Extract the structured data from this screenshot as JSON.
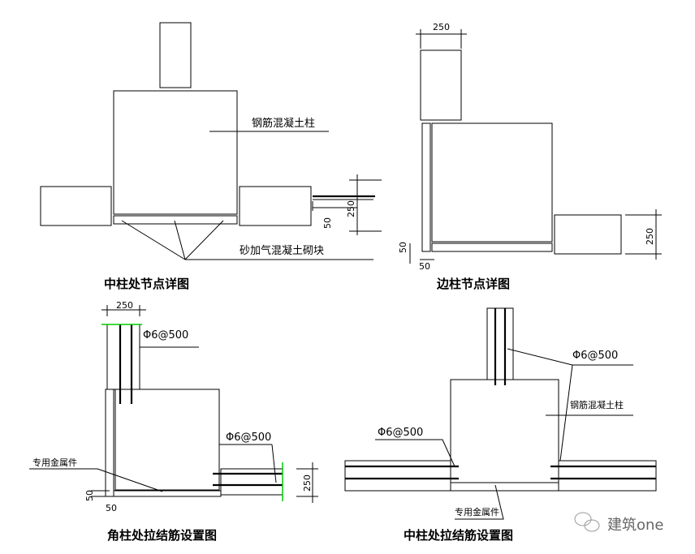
{
  "panels": [
    {
      "title": "中柱处节点详图",
      "labels": {
        "column": "钢筋混凝土柱",
        "block": "砂加气混凝土砌块"
      },
      "dims": {
        "wall": "250",
        "gap": "50"
      }
    },
    {
      "title": "边柱节点详图",
      "dims": {
        "top": "250",
        "right": "250",
        "gap_v": "50",
        "gap_h": "50"
      }
    },
    {
      "title": "角柱处拉结筋设置图",
      "labels": {
        "rebar_top": "Φ6@500",
        "rebar_right": "Φ6@500",
        "metal": "专用金属件"
      },
      "dims": {
        "top": "250",
        "right": "250",
        "gap_v": "50",
        "gap_h": "50"
      }
    },
    {
      "title": "中柱处拉结筋设置图",
      "labels": {
        "rebar_top": "Φ6@500",
        "column": "钢筋混凝土柱",
        "rebar_left": "Φ6@500",
        "metal": "专用金属件"
      }
    }
  ],
  "watermark": {
    "text": "建筑one"
  }
}
